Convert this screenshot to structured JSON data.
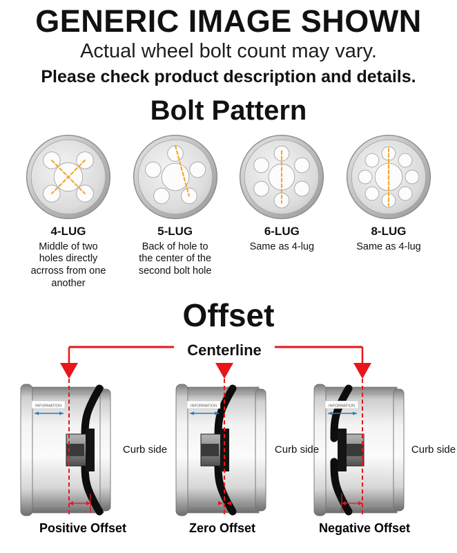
{
  "header": {
    "title": "GENERIC IMAGE SHOWN",
    "subtitle": "Actual wheel bolt count may vary.",
    "note": "Please check product description and details."
  },
  "bolt_pattern": {
    "title": "Bolt Pattern",
    "items": [
      {
        "label": "4-LUG",
        "description": "Middle of two holes directly acrross from one another"
      },
      {
        "label": "5-LUG",
        "description": "Back of hole to the center of the second bolt hole"
      },
      {
        "label": "6-LUG",
        "description": "Same as 4-lug"
      },
      {
        "label": "8-LUG",
        "description": "Same as 4-lug"
      }
    ]
  },
  "offset": {
    "title": "Offset",
    "centerline_label": "Centerline",
    "curb_side_label": "Curb side",
    "watermark": "INFORMATION",
    "items": [
      {
        "label": "Positive Offset"
      },
      {
        "label": "Zero Offset"
      },
      {
        "label": "Negative Offset"
      }
    ]
  },
  "colors": {
    "red": "#e8151b",
    "orange": "#f5a623",
    "blue": "#2e7bb5"
  }
}
